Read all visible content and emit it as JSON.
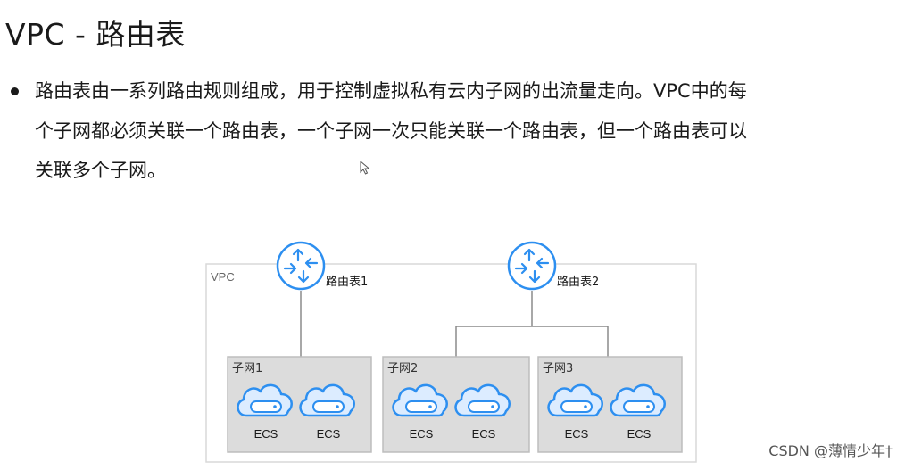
{
  "title": "VPC - 路由表",
  "bullet": {
    "line1": "路由表由一系列路由规则组成，用于控制虚拟私有云内子网的出流量走向。VPC中的每",
    "line2": "个子网都必须关联一个路由表，一个子网一次只能关联一个路由表，但一个路由表可以",
    "line3": "关联多个子网。"
  },
  "diagram": {
    "vpc_label": "VPC",
    "route_tables": [
      {
        "label": "路由表1"
      },
      {
        "label": "路由表2"
      }
    ],
    "subnets": [
      {
        "label": "子网1",
        "instances": [
          "ECS",
          "ECS"
        ]
      },
      {
        "label": "子网2",
        "instances": [
          "ECS",
          "ECS"
        ]
      },
      {
        "label": "子网3",
        "instances": [
          "ECS",
          "ECS"
        ]
      }
    ],
    "colors": {
      "icon_stroke": "#2d8ff0",
      "icon_fill": "#dcecff",
      "subnet_bg": "#dcdcdc",
      "subnet_border": "#bdbdbd",
      "vpc_border": "#d9d9d9",
      "connector": "#8a8a8a"
    },
    "icons": {
      "route_table": "router-icon",
      "instance": "cloud-server-icon"
    }
  },
  "watermark": "CSDN @薄情少年†"
}
